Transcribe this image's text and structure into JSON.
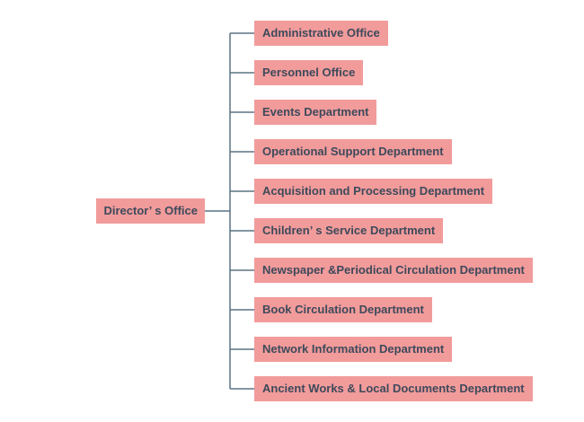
{
  "diagram": {
    "type": "org-chart",
    "root": {
      "label": "Director’ s Office"
    },
    "departments": [
      {
        "label": "Administrative Office"
      },
      {
        "label": "Personnel Office"
      },
      {
        "label": "Events Department"
      },
      {
        "label": "Operational Support Department"
      },
      {
        "label": "Acquisition and Processing Department"
      },
      {
        "label": "Children’ s Service Department"
      },
      {
        "label": "Newspaper &Periodical Circulation Department"
      },
      {
        "label": "Book Circulation Department"
      },
      {
        "label": "Network Information Department"
      },
      {
        "label": "Ancient Works & Local Documents Department"
      }
    ],
    "colors": {
      "node_background": "#f29b9b",
      "node_text": "#3d4a5b",
      "connector_line": "#5a7383",
      "page_background": "#ffffff"
    }
  }
}
